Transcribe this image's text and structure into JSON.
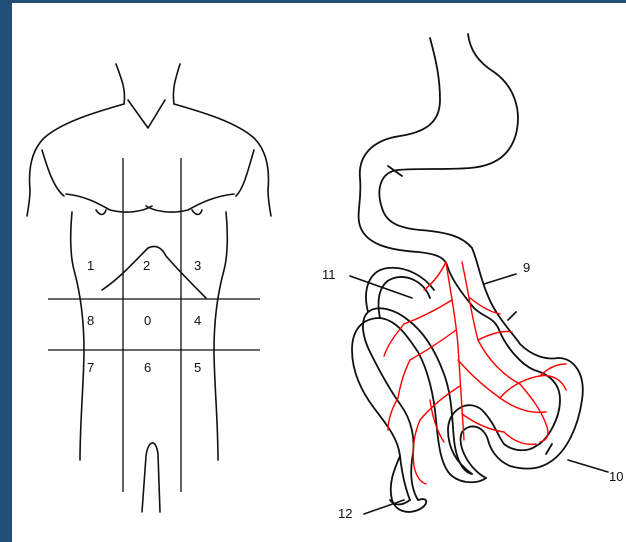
{
  "colors": {
    "border": "#1f4e79",
    "line": "#111111",
    "vessels": "#ff0000",
    "background": "#ffffff"
  },
  "regions": {
    "r1": "1",
    "r2": "2",
    "r3": "3",
    "r8": "8",
    "r0": "0",
    "r4": "4",
    "r7": "7",
    "r6": "6",
    "r5": "5"
  },
  "intestine_labels": {
    "l9": "9",
    "l10": "10",
    "l11": "11",
    "l12": "12"
  }
}
